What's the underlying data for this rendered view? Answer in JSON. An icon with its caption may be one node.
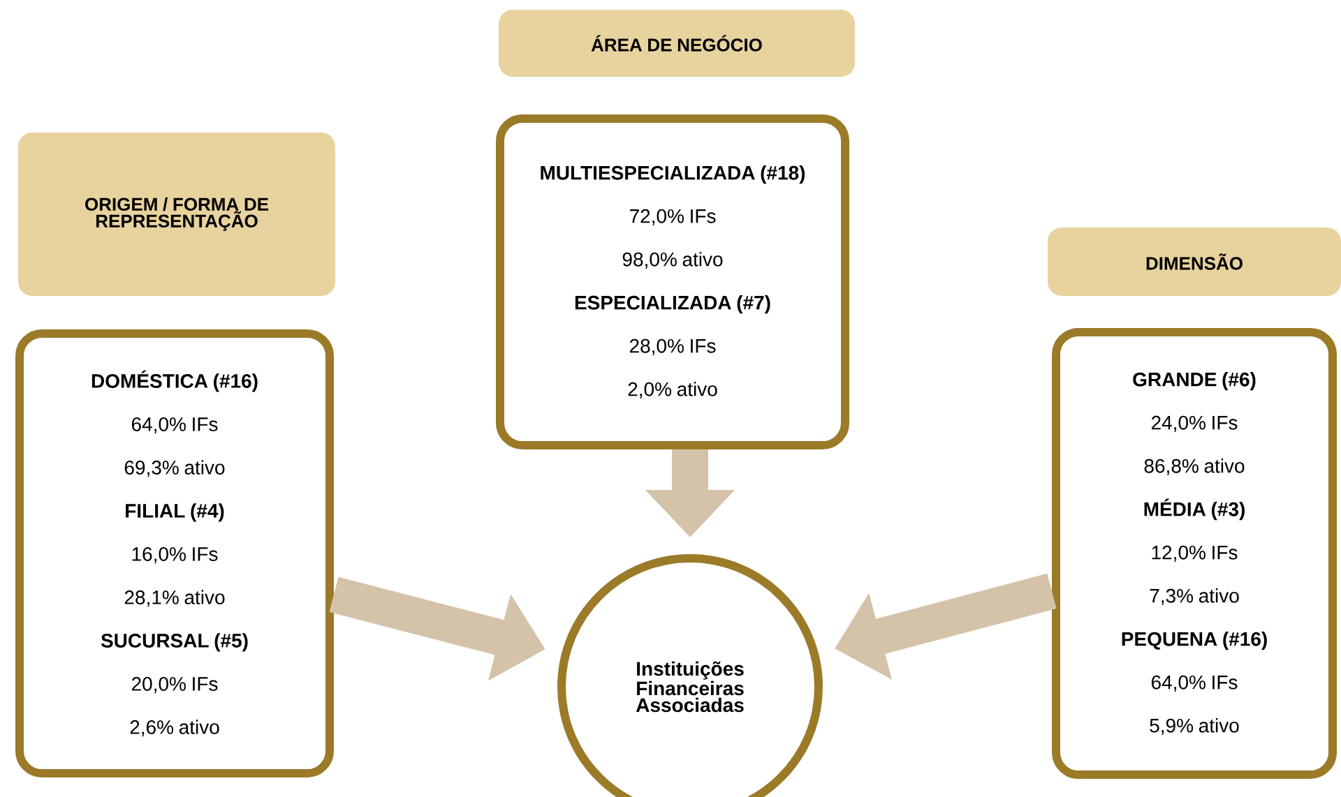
{
  "diagram": {
    "nodes": [
      {
        "text": [
          "ÁREA DE NEGÓCIO"
        ]
      },
      {
        "text": [
          "ORIGEM / FORMA DE REPRESENTAÇÃO"
        ]
      },
      {
        "text": [
          "MULTIESPECIALIZADA (#18)",
          "72,0% IFs",
          "98,0% ativo",
          "ESPECIALIZADA (#7)",
          "28,0% IFs",
          "2,0% ativo"
        ]
      },
      {
        "text": [
          "DIMENSÃO"
        ]
      },
      {
        "text": [
          "DOMÉSTICA (#16)",
          "64,0% IFs",
          "69,3% ativo",
          "FILIAL (#4)",
          "16,0% IFs",
          "28,1% ativo",
          "SUCURSAL (#5)",
          "20,0% IFs",
          "2,6% ativo"
        ]
      },
      {
        "text": [
          "GRANDE (#6)",
          "24,0% IFs",
          "86,8% ativo",
          "MÉDIA (#3)",
          "12,0% IFs",
          "7,3% ativo",
          "PEQUENA (#16)",
          "64,0% IFs",
          "5,9% ativo"
        ]
      },
      {
        "text": [
          "Instituições Financeiras Associadas"
        ]
      }
    ],
    "edges": [
      {
        "from": 4,
        "to": 6,
        "arrow": "to"
      },
      {
        "from": 2,
        "to": 6,
        "arrow": "to"
      },
      {
        "from": 5,
        "to": 6,
        "arrow": "to"
      }
    ]
  }
}
